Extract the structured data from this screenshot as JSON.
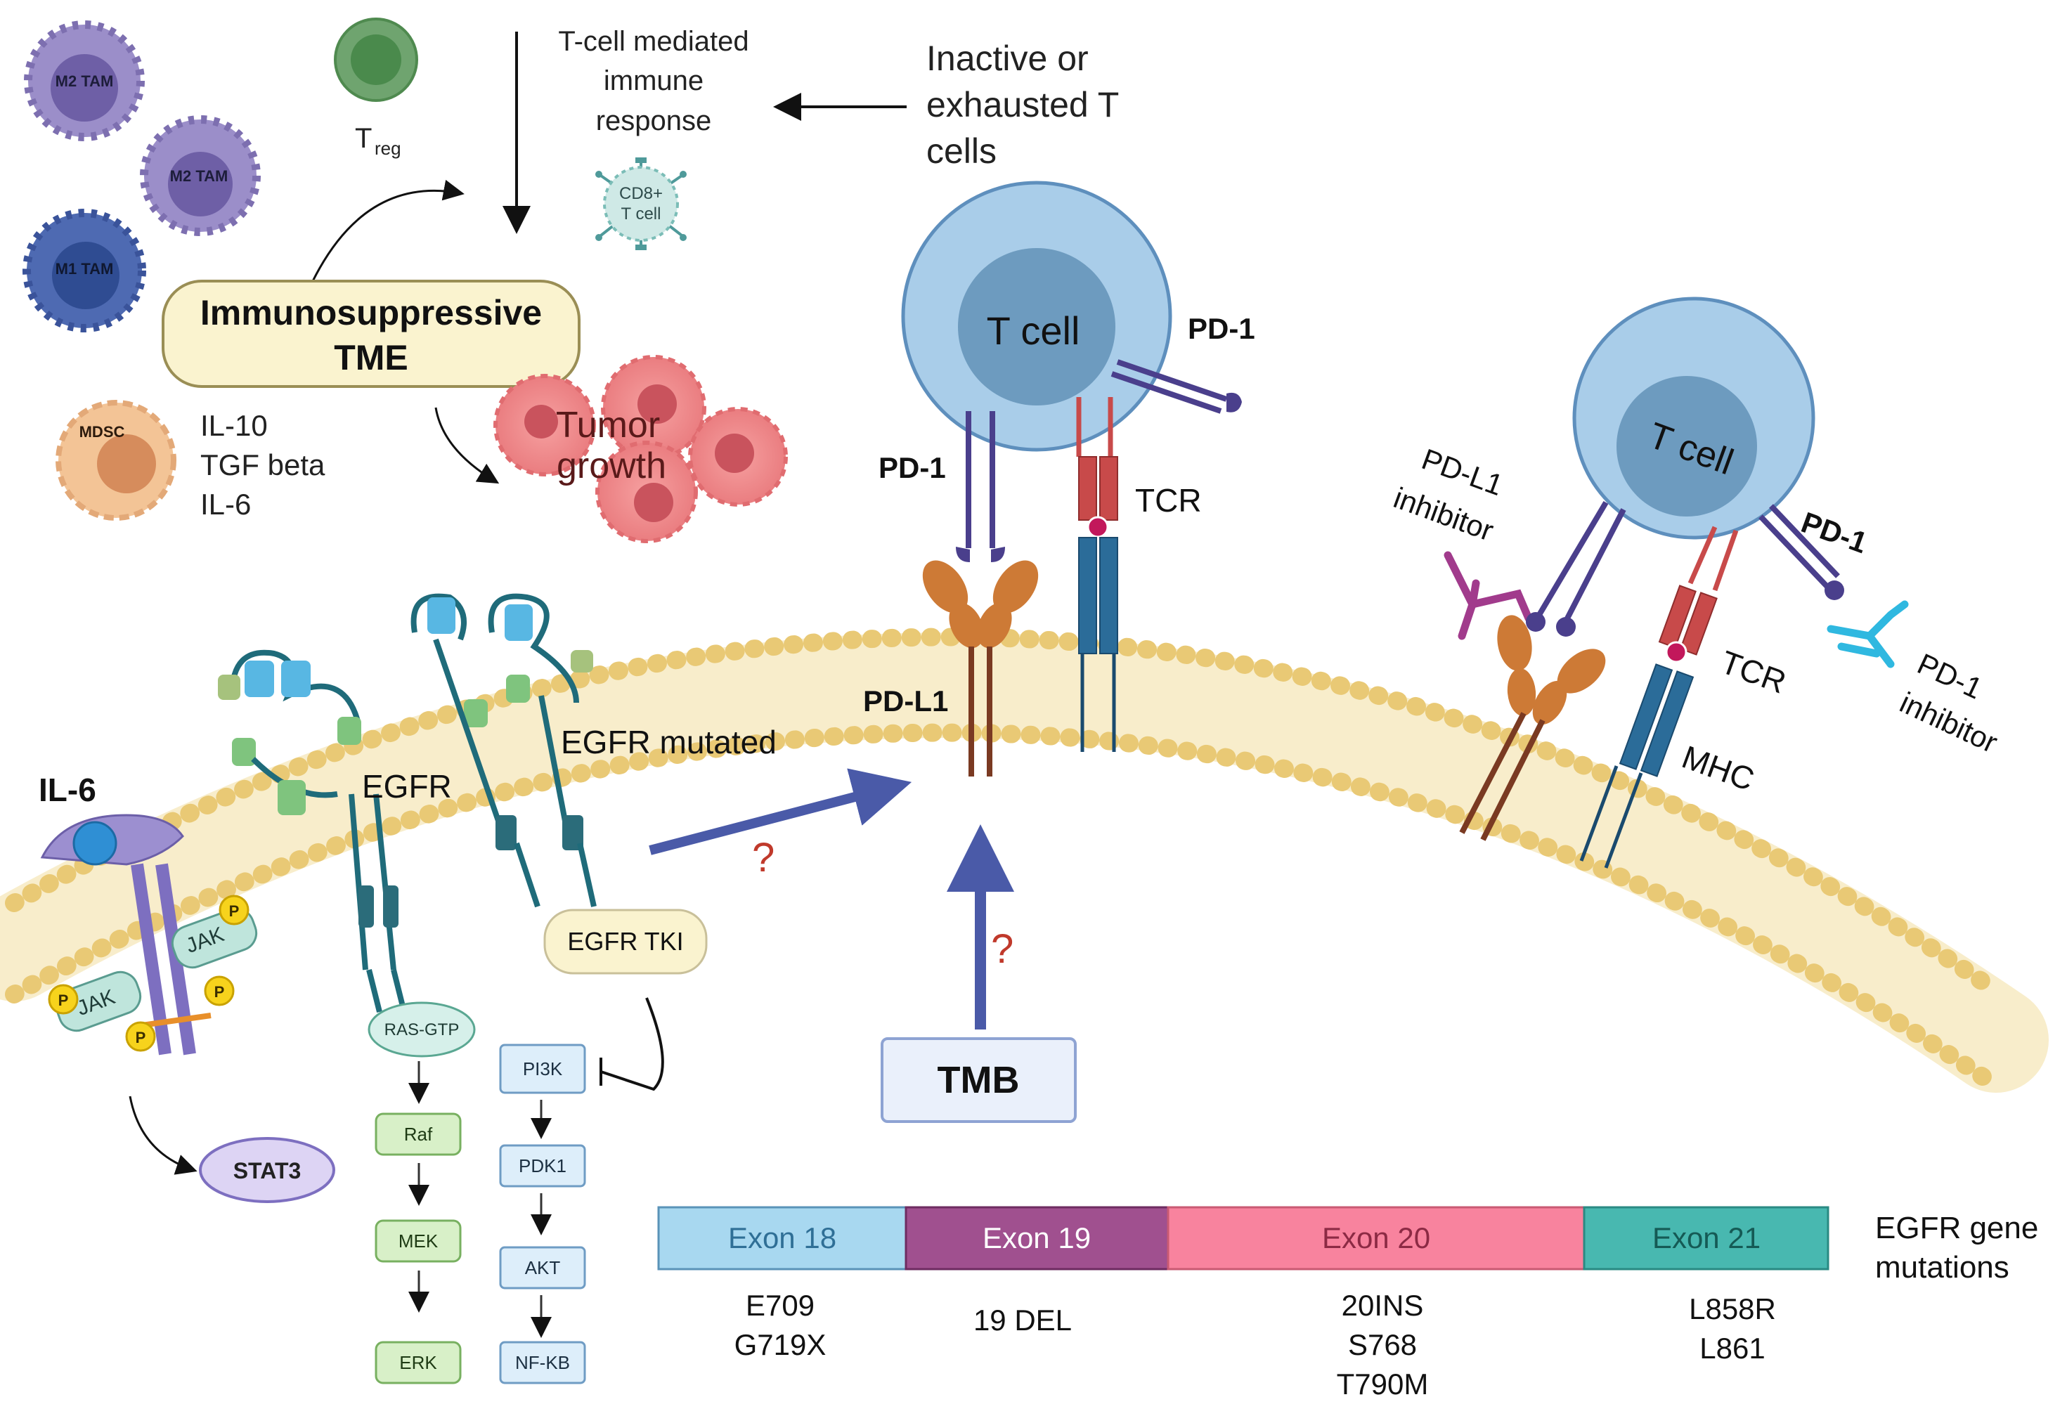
{
  "tme": {
    "m2_tam_1": "M2 TAM",
    "m2_tam_2": "M2 TAM",
    "m1_tam": "M1 TAM",
    "treg_main": "T",
    "treg_sub": "reg",
    "tcell_response_1": "T-cell mediated",
    "tcell_response_2": "immune",
    "tcell_response_3": "response",
    "inactive_1": "Inactive or",
    "inactive_2": "exhausted T",
    "inactive_3": "cells",
    "cd8_1": "CD8+",
    "cd8_2": "T cell",
    "box_1": "Immunosuppressive",
    "box_2": "TME",
    "mdsc": "MDSC",
    "cytokine_1": "IL-10",
    "cytokine_2": "TGF beta",
    "cytokine_3": "IL-6",
    "tumor_1": "Tumor",
    "tumor_2": "growth"
  },
  "immune": {
    "tcell_1": "T cell",
    "pd1_a": "PD-1",
    "pd1_b": "PD-1",
    "tcr_1": "TCR",
    "pdl1": "PD-L1",
    "tcell_2": "T cell",
    "pdl1_inh_1": "PD-L1",
    "pdl1_inh_2": "inhibitor",
    "pd1_c": "PD-1",
    "tcr_2": "TCR",
    "mhc": "MHC",
    "pd1_inh_1": "PD-1",
    "pd1_inh_2": "inhibitor"
  },
  "signaling": {
    "il6": "IL-6",
    "jak_1": "JAK",
    "jak_2": "JAK",
    "p": "P",
    "stat3": "STAT3",
    "egfr": "EGFR",
    "egfr_mut": "EGFR mutated",
    "egfr_tki": "EGFR TKI",
    "ras": "RAS-GTP",
    "raf": "Raf",
    "mek": "MEK",
    "erk": "ERK",
    "pi3k": "PI3K",
    "pdk1": "PDK1",
    "akt": "AKT",
    "nfkb": "NF-KB",
    "question": "?",
    "tmb": "TMB"
  },
  "exons": {
    "e18": "Exon 18",
    "e19": "Exon 19",
    "e20": "Exon 20",
    "e21": "Exon 21",
    "legend_1": "EGFR gene",
    "legend_2": "mutations",
    "m18_1": "E709",
    "m18_2": "G719X",
    "m19_1": "19 DEL",
    "m20_1": "20INS",
    "m20_2": "S768",
    "m20_3": "T790M",
    "m21_1": "L858R",
    "m21_2": "L861"
  },
  "colors": {
    "exon18": "#a8d8f0",
    "exon19": "#a0508f",
    "exon20": "#f8839e",
    "exon21": "#48b8b0",
    "membrane": "#f2dfa0",
    "tcell": "#a9cde9",
    "pd1": "#4a3f8c",
    "tcr_red": "#c84a4a",
    "tcr_blue": "#2b6c99",
    "pdl1": "#7a3a22",
    "arrow": "#4a5aa8",
    "question": "#c0392b"
  }
}
